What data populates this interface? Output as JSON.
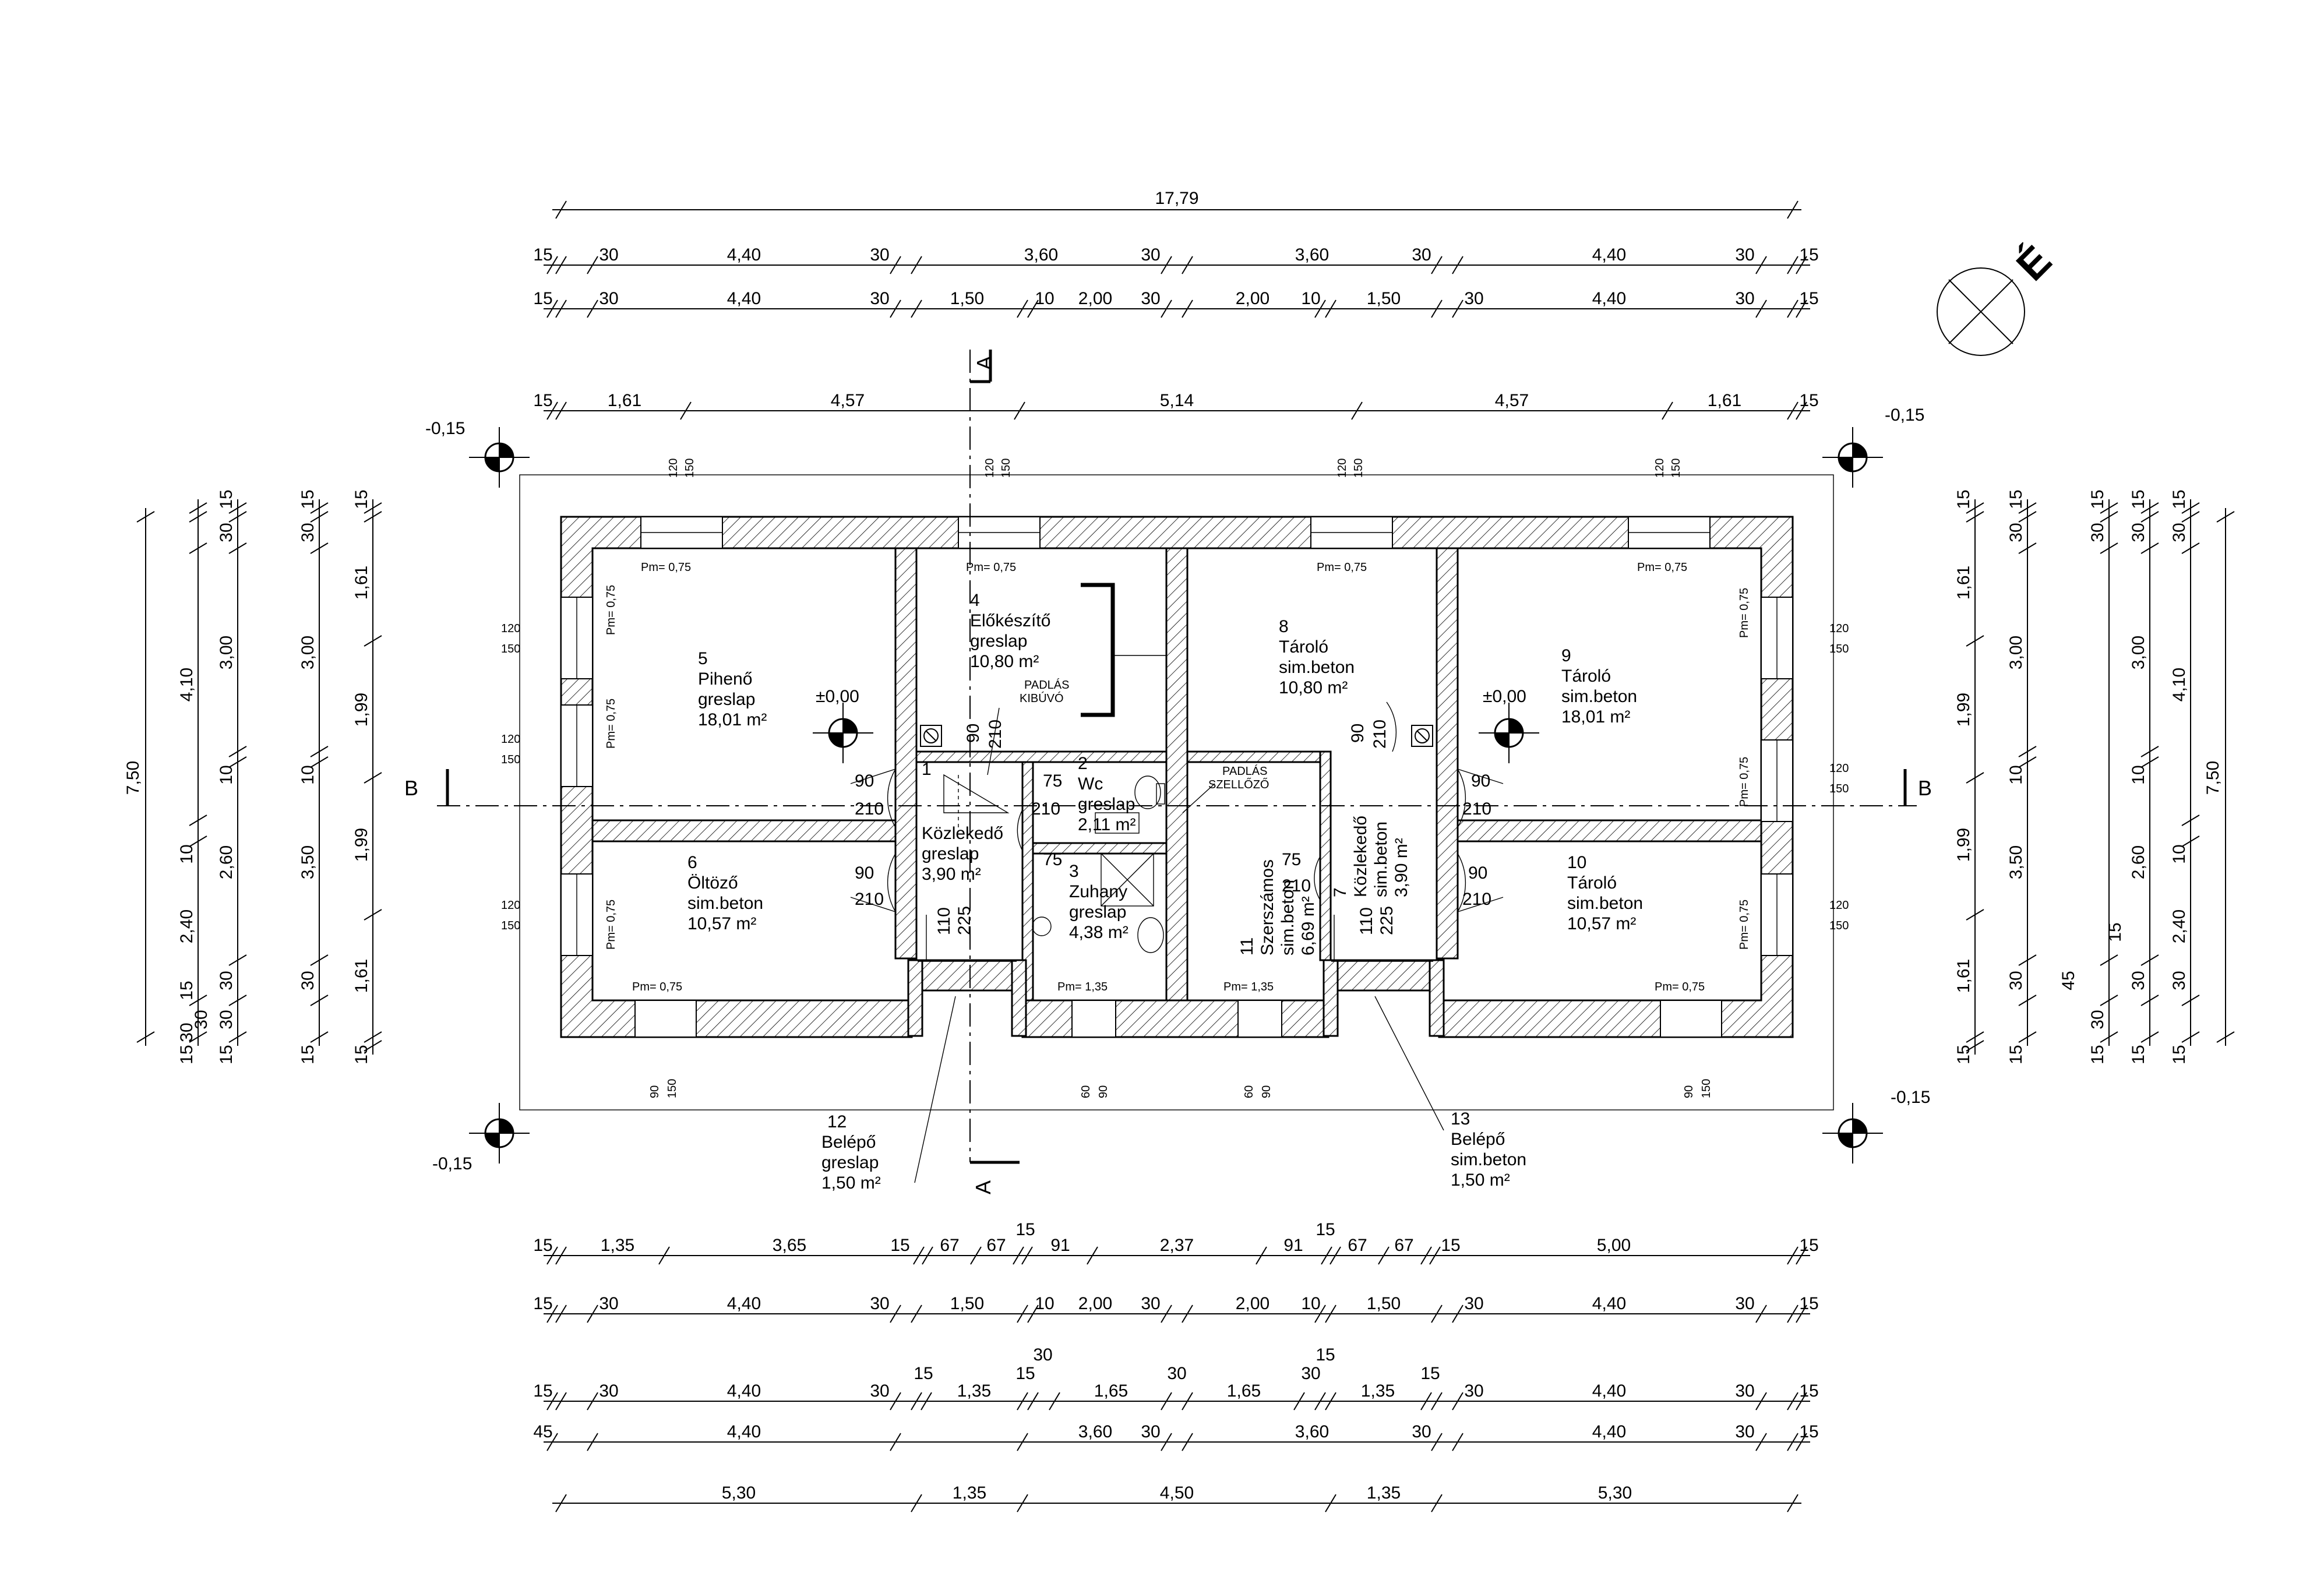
{
  "section_markers": {
    "a_top": "A",
    "a_bottom": "A",
    "b_left": "B",
    "b_right": "B"
  },
  "level_marks": {
    "tl": "-0,15",
    "tr": "-0,15",
    "bl": "-0,15",
    "br": "-0,15",
    "zero_left": "±0,00",
    "zero_right": "±0,00"
  },
  "rooms": [
    {
      "num": "5",
      "name": "Pihenő",
      "floor": "greslap",
      "area": "18,01 m²"
    },
    {
      "num": "4",
      "name": "Előkészítő",
      "floor": "greslap",
      "area": "10,80 m²"
    },
    {
      "num": "8",
      "name": "Tároló",
      "floor": "sim.beton",
      "area": "10,80 m²"
    },
    {
      "num": "9",
      "name": "Tároló",
      "floor": "sim.beton",
      "area": "18,01 m²"
    },
    {
      "num": "6",
      "name": "Öltöző",
      "floor": "sim.beton",
      "area": "10,57 m²"
    },
    {
      "num": "10",
      "name": "Tároló",
      "floor": "sim.beton",
      "area": "10,57 m²"
    },
    {
      "num": "1",
      "name": "Közlekedő",
      "floor": "greslap",
      "area": "3,90 m²"
    },
    {
      "num": "2",
      "name": "Wc",
      "floor": "greslap",
      "area": "2,11 m²"
    },
    {
      "num": "3",
      "name": "Zuhany",
      "floor": "greslap",
      "area": "4,38 m²"
    },
    {
      "num": "11",
      "name": "Szerszámos",
      "floor": "sim.beton",
      "area": "6,69 m²"
    },
    {
      "num": "7",
      "name": "Közlekedő",
      "floor": "sim.beton",
      "area": "3,90 m²"
    },
    {
      "num": "12",
      "name": "Belépő",
      "floor": "greslap",
      "area": "1,50 m²"
    },
    {
      "num": "13",
      "name": "Belépő",
      "floor": "sim.beton",
      "area": "1,50 m²"
    }
  ],
  "notes": {
    "padlas_kibuvo_1": "PADLÁS",
    "padlas_kibuvo_2": "KIBÚVÓ",
    "padlas_szellozo_1": "PADLÁS",
    "padlas_szellozo_2": "SZELLŐZŐ"
  },
  "window_sill": {
    "pm075": "Pm= 0,75",
    "pm135": "Pm= 1,35"
  },
  "window_sizes": {
    "w120": "120",
    "h150": "150",
    "w90": "90",
    "w60": "60"
  },
  "door_sizes": {
    "w90": "90",
    "w75": "75",
    "h210": "210",
    "w110": "110",
    "h225": "225"
  },
  "dims": {
    "overall": "17,79",
    "r1": [
      "15",
      "30",
      "4,40",
      "30",
      "3,60",
      "30",
      "3,60",
      "30",
      "4,40",
      "30",
      "15"
    ],
    "r2": [
      "15",
      "30",
      "4,40",
      "30",
      "1,50",
      "10",
      "2,00",
      "30",
      "2,00",
      "10",
      "1,50",
      "30",
      "4,40",
      "30",
      "15"
    ],
    "r3": [
      "15",
      "1,61",
      "4,57",
      "5,14",
      "4,57",
      "1,61",
      "15"
    ],
    "b1": [
      "15",
      "1,35",
      "3,65",
      "15",
      "67",
      "67",
      "15",
      "91",
      "2,37",
      "91",
      "15",
      "67",
      "67",
      "15",
      "5,00",
      "15"
    ],
    "b2": [
      "15",
      "30",
      "4,40",
      "30",
      "1,50",
      "10",
      "2,00",
      "30",
      "2,00",
      "10",
      "1,50",
      "30",
      "4,40",
      "30",
      "15"
    ],
    "b3": [
      "15",
      "30",
      "4,40",
      "30",
      "15",
      "1,35",
      "15",
      "30",
      "1,65",
      "30",
      "1,65",
      "30",
      "15",
      "1,35",
      "15",
      "30",
      "4,40",
      "30",
      "15"
    ],
    "b4": [
      "45",
      "4,40",
      "3,60",
      "30",
      "3,60",
      "30",
      "4,40",
      "30",
      "15"
    ],
    "b5": [
      "5,30",
      "1,35",
      "4,50",
      "1,35",
      "5,30"
    ],
    "left_overall": "7,50",
    "l2": [
      "4,10",
      "10",
      "2,40",
      "15",
      "30",
      "30",
      "15",
      "30",
      "15"
    ],
    "l3": [
      "15",
      "30",
      "3,00",
      "10",
      "2,60",
      "30",
      "30",
      "15"
    ],
    "l4": [
      "15",
      "30",
      "3,00",
      "10",
      "3,50",
      "30",
      "15"
    ],
    "l5": [
      "15",
      "1,61",
      "1,99",
      "1,99",
      "1,61",
      "15"
    ],
    "right_overall": "7,50",
    "rr1": [
      "15",
      "1,61",
      "1,99",
      "1,99",
      "1,61",
      "15"
    ],
    "rr2": [
      "15",
      "30",
      "3,00",
      "10",
      "3,50",
      "30",
      "15"
    ],
    "rr3": [
      "15",
      "30",
      "45",
      "30",
      "15"
    ],
    "rr4": [
      "15",
      "30",
      "3,00",
      "10",
      "2,60",
      "15",
      "30",
      "15"
    ],
    "rr5": [
      "15",
      "30",
      "4,10",
      "10",
      "2,40",
      "30",
      "15"
    ]
  },
  "north": {
    "label": "É"
  }
}
